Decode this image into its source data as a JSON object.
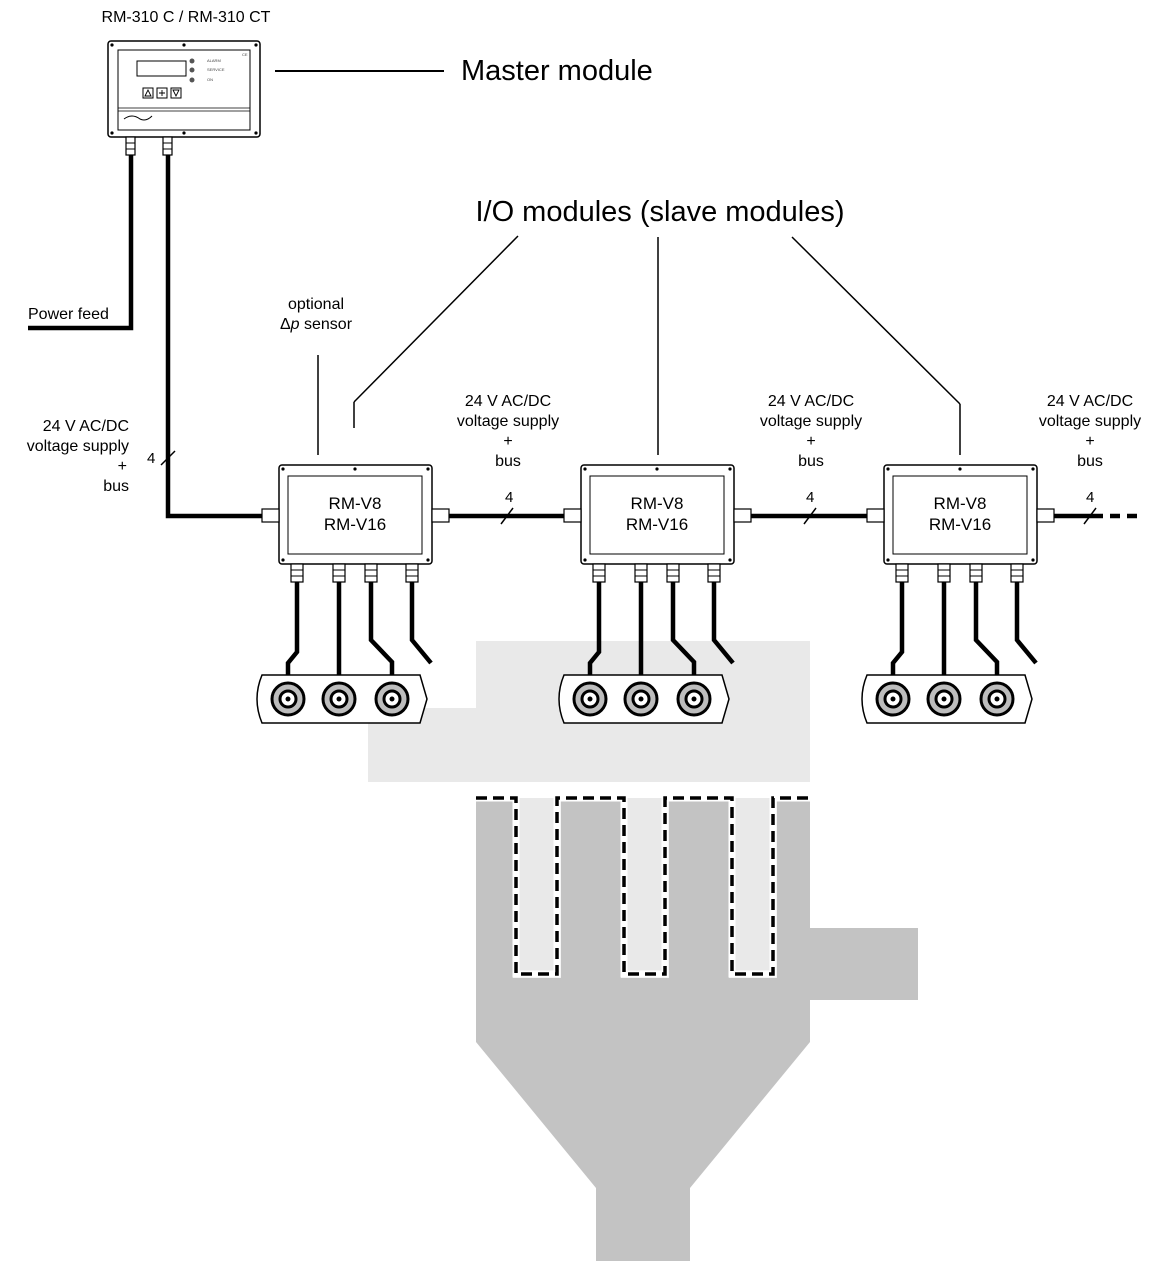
{
  "master": {
    "model_label": "RM-310 C / RM-310 CT",
    "callout": "Master module",
    "leds": [
      "ALARM",
      "SERVICE",
      "ON"
    ],
    "ce_mark": "CE"
  },
  "io_modules": {
    "callout": "I/O modules (slave modules)",
    "items": [
      {
        "line1": "RM-V8",
        "line2": "RM-V16"
      },
      {
        "line1": "RM-V8",
        "line2": "RM-V16"
      },
      {
        "line1": "RM-V8",
        "line2": "RM-V16"
      }
    ]
  },
  "power_feed": "Power feed",
  "sensor": {
    "line1": "optional",
    "delta": "Δ",
    "p": "p",
    "rest": " sensor"
  },
  "supply": {
    "left": {
      "l1": "24 V AC/DC",
      "l2": "voltage supply",
      "l3": "+",
      "l4": "bus"
    },
    "segments": [
      {
        "l1": "24 V AC/DC",
        "l2": "voltage supply",
        "l3": "+",
        "l4": "bus"
      },
      {
        "l1": "24 V AC/DC",
        "l2": "voltage supply",
        "l3": "+",
        "l4": "bus"
      },
      {
        "l1": "24 V AC/DC",
        "l2": "voltage supply",
        "l3": "+",
        "l4": "bus"
      }
    ]
  },
  "wire_count": [
    "4",
    "4",
    "4",
    "4"
  ],
  "colors": {
    "line": "#000000",
    "duct_light": "#e9e9e9",
    "housing_dark": "#c3c3c3",
    "valve_fill": "#bdbdbd"
  }
}
